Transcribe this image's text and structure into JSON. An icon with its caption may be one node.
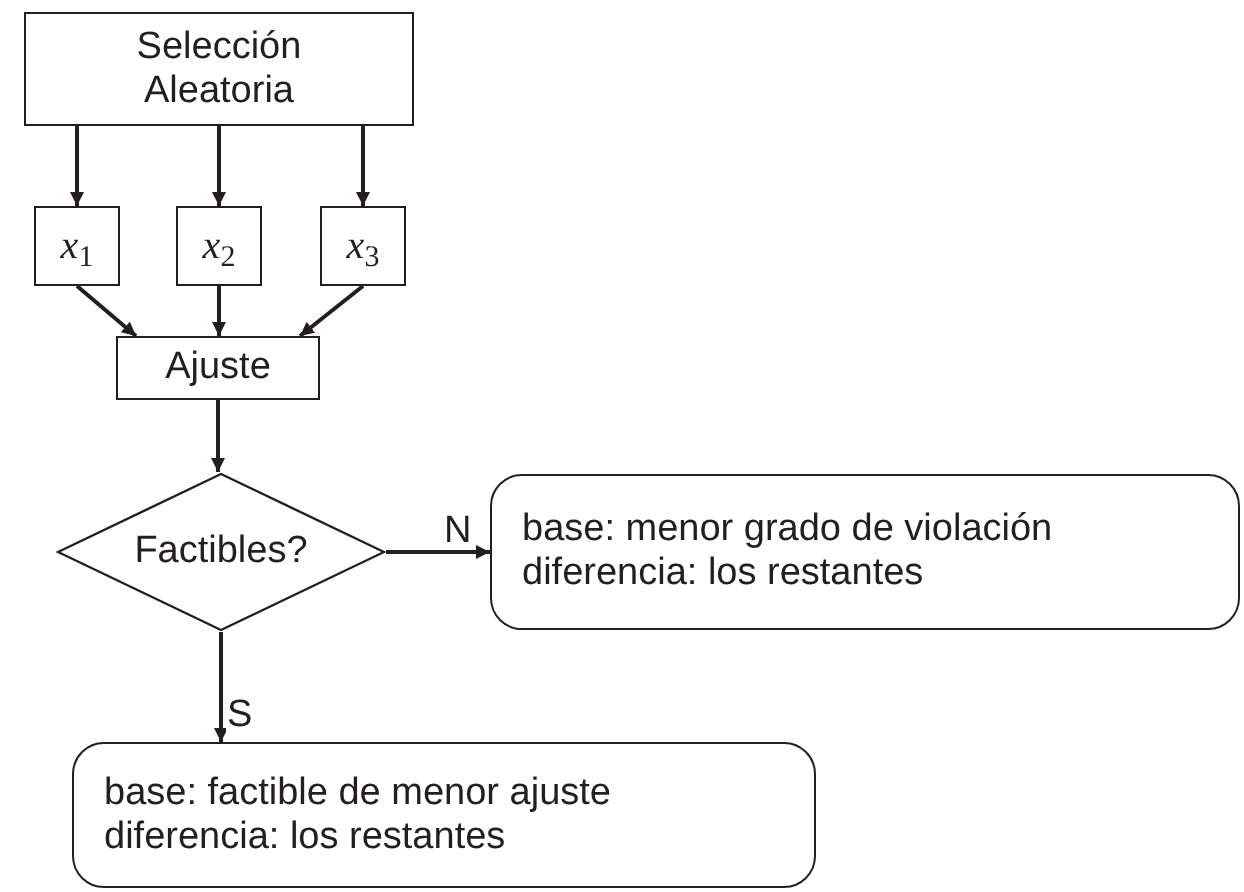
{
  "diagram": {
    "nodes": [
      {
        "text": [
          "Selección Aleatoria"
        ]
      },
      {
        "text": [
          "*x*$_{1}$"
        ]
      },
      {
        "text": [
          "*x*$_{2}$"
        ]
      },
      {
        "text": [
          "*x*$_{3}$"
        ]
      },
      {
        "text": [
          "Ajuste"
        ]
      },
      {
        "text": [
          "Factibles?"
        ]
      },
      {
        "text": [
          "base: menor grado de violación",
          "diferencia: los restantes"
        ]
      },
      {
        "text": [
          "base: factible de menor ajuste",
          "diferencia: los restantes"
        ]
      }
    ],
    "edges": [
      {
        "from": 0,
        "to": 1,
        "arrow": "to"
      },
      {
        "from": 0,
        "to": 2,
        "arrow": "to"
      },
      {
        "from": 0,
        "to": 3,
        "arrow": "to"
      },
      {
        "from": 1,
        "to": 4,
        "arrow": "to"
      },
      {
        "from": 2,
        "to": 4,
        "arrow": "to"
      },
      {
        "from": 3,
        "to": 4,
        "arrow": "to"
      },
      {
        "from": 4,
        "to": 5,
        "arrow": "to"
      },
      {
        "from": 5,
        "to": 6,
        "label": "N",
        "arrow": "to"
      },
      {
        "from": 5,
        "to": 7,
        "label": "S",
        "arrow": "to"
      }
    ]
  }
}
